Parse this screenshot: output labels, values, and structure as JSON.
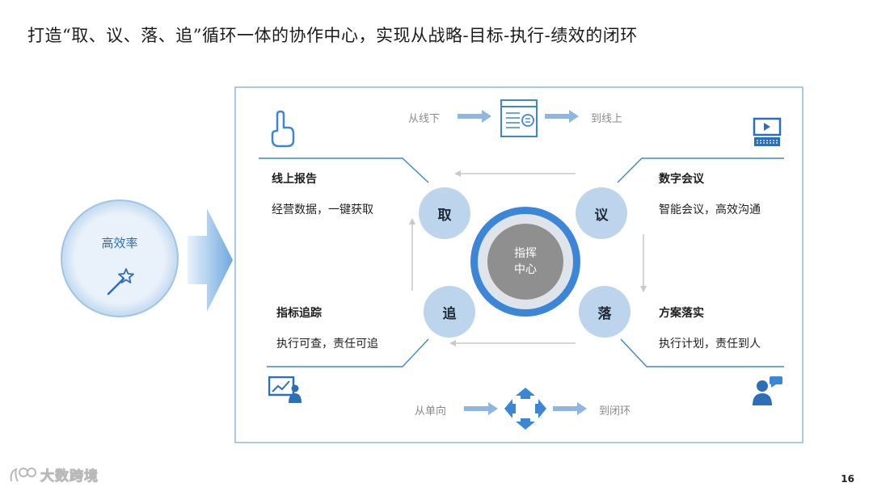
{
  "title": "打造“取、议、落、追”循环一体的协作中心，实现从战略-目标-执行-绩效的闭环",
  "efficiency": {
    "label": "高效率",
    "icon": "magic-wand-icon"
  },
  "hub": {
    "line1": "指挥",
    "line2": "中心"
  },
  "nodes": {
    "qu": "取",
    "yi": "议",
    "luo": "落",
    "zhui": "追"
  },
  "blocks": {
    "top_left": {
      "heading": "线上报告",
      "desc": "经营数据，一键获取",
      "icon": "hand-pointer-icon"
    },
    "top_right": {
      "heading": "数字会议",
      "desc": "智能会议，高效沟通",
      "icon": "computer-icon"
    },
    "bottom_left": {
      "heading": "指标追踪",
      "desc": "执行可查，责任可追",
      "icon": "presentation-icon"
    },
    "bottom_right": {
      "heading": "方案落实",
      "desc": "执行计划，责任到人",
      "icon": "user-chat-icon"
    }
  },
  "flows": {
    "top": {
      "from": "从线下",
      "to": "到线上",
      "icon": "document-icon"
    },
    "bottom": {
      "from": "从单向",
      "to": "到闭环",
      "icon": "cycle-arrows-icon"
    }
  },
  "page_number": "16",
  "watermark": "大数跨境",
  "colors": {
    "accent": "#3c86d8",
    "node": "#bcd5ec",
    "frame": "#a9c9e6",
    "hub": "#8f8f8f"
  }
}
